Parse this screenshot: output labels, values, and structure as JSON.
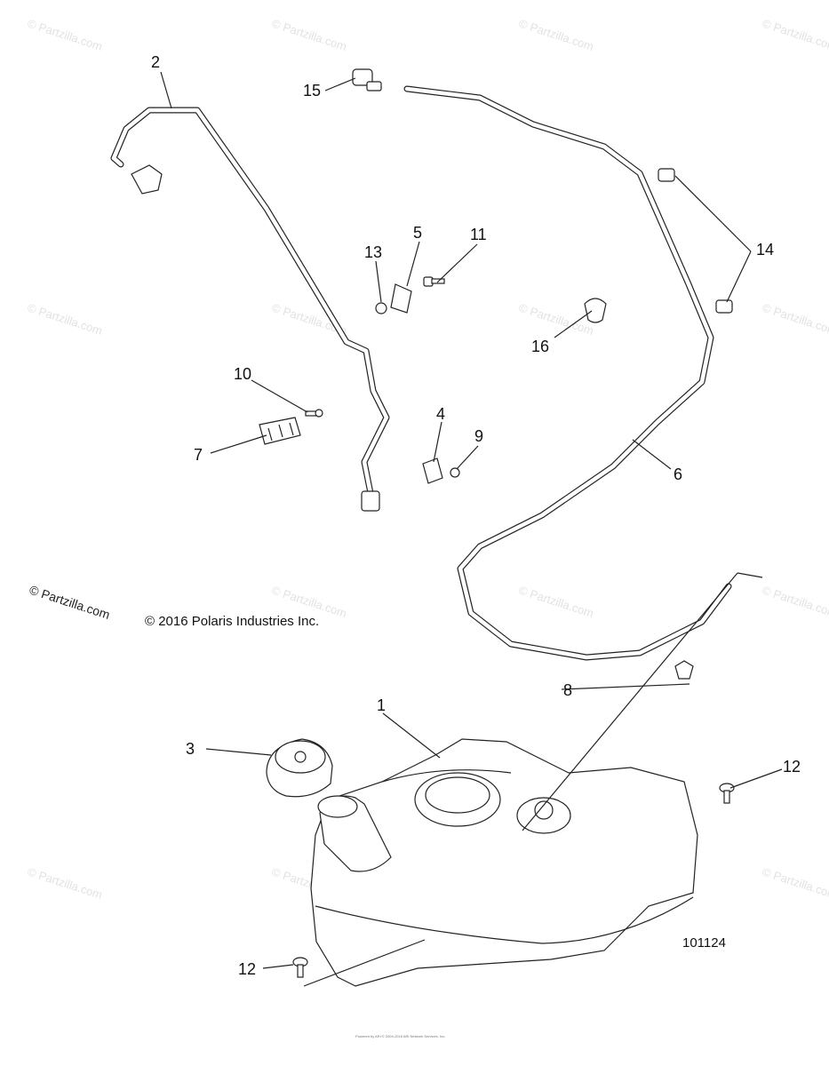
{
  "watermark": "© Partzilla.com",
  "partzilla_logo": "© Partzilla.com",
  "copyright": "© 2016 Polaris Industries Inc.",
  "diagram_number": "101124",
  "footer_text": "Powered by ARI © 2004-2016 ARI Network Services, Inc.",
  "callouts": {
    "c1": "1",
    "c2": "2",
    "c3": "3",
    "c4": "4",
    "c5": "5",
    "c6": "6",
    "c7": "7",
    "c8": "8",
    "c9": "9",
    "c10": "10",
    "c11": "11",
    "c12a": "12",
    "c12b": "12",
    "c13": "13",
    "c14": "14",
    "c15": "15",
    "c16": "16"
  }
}
